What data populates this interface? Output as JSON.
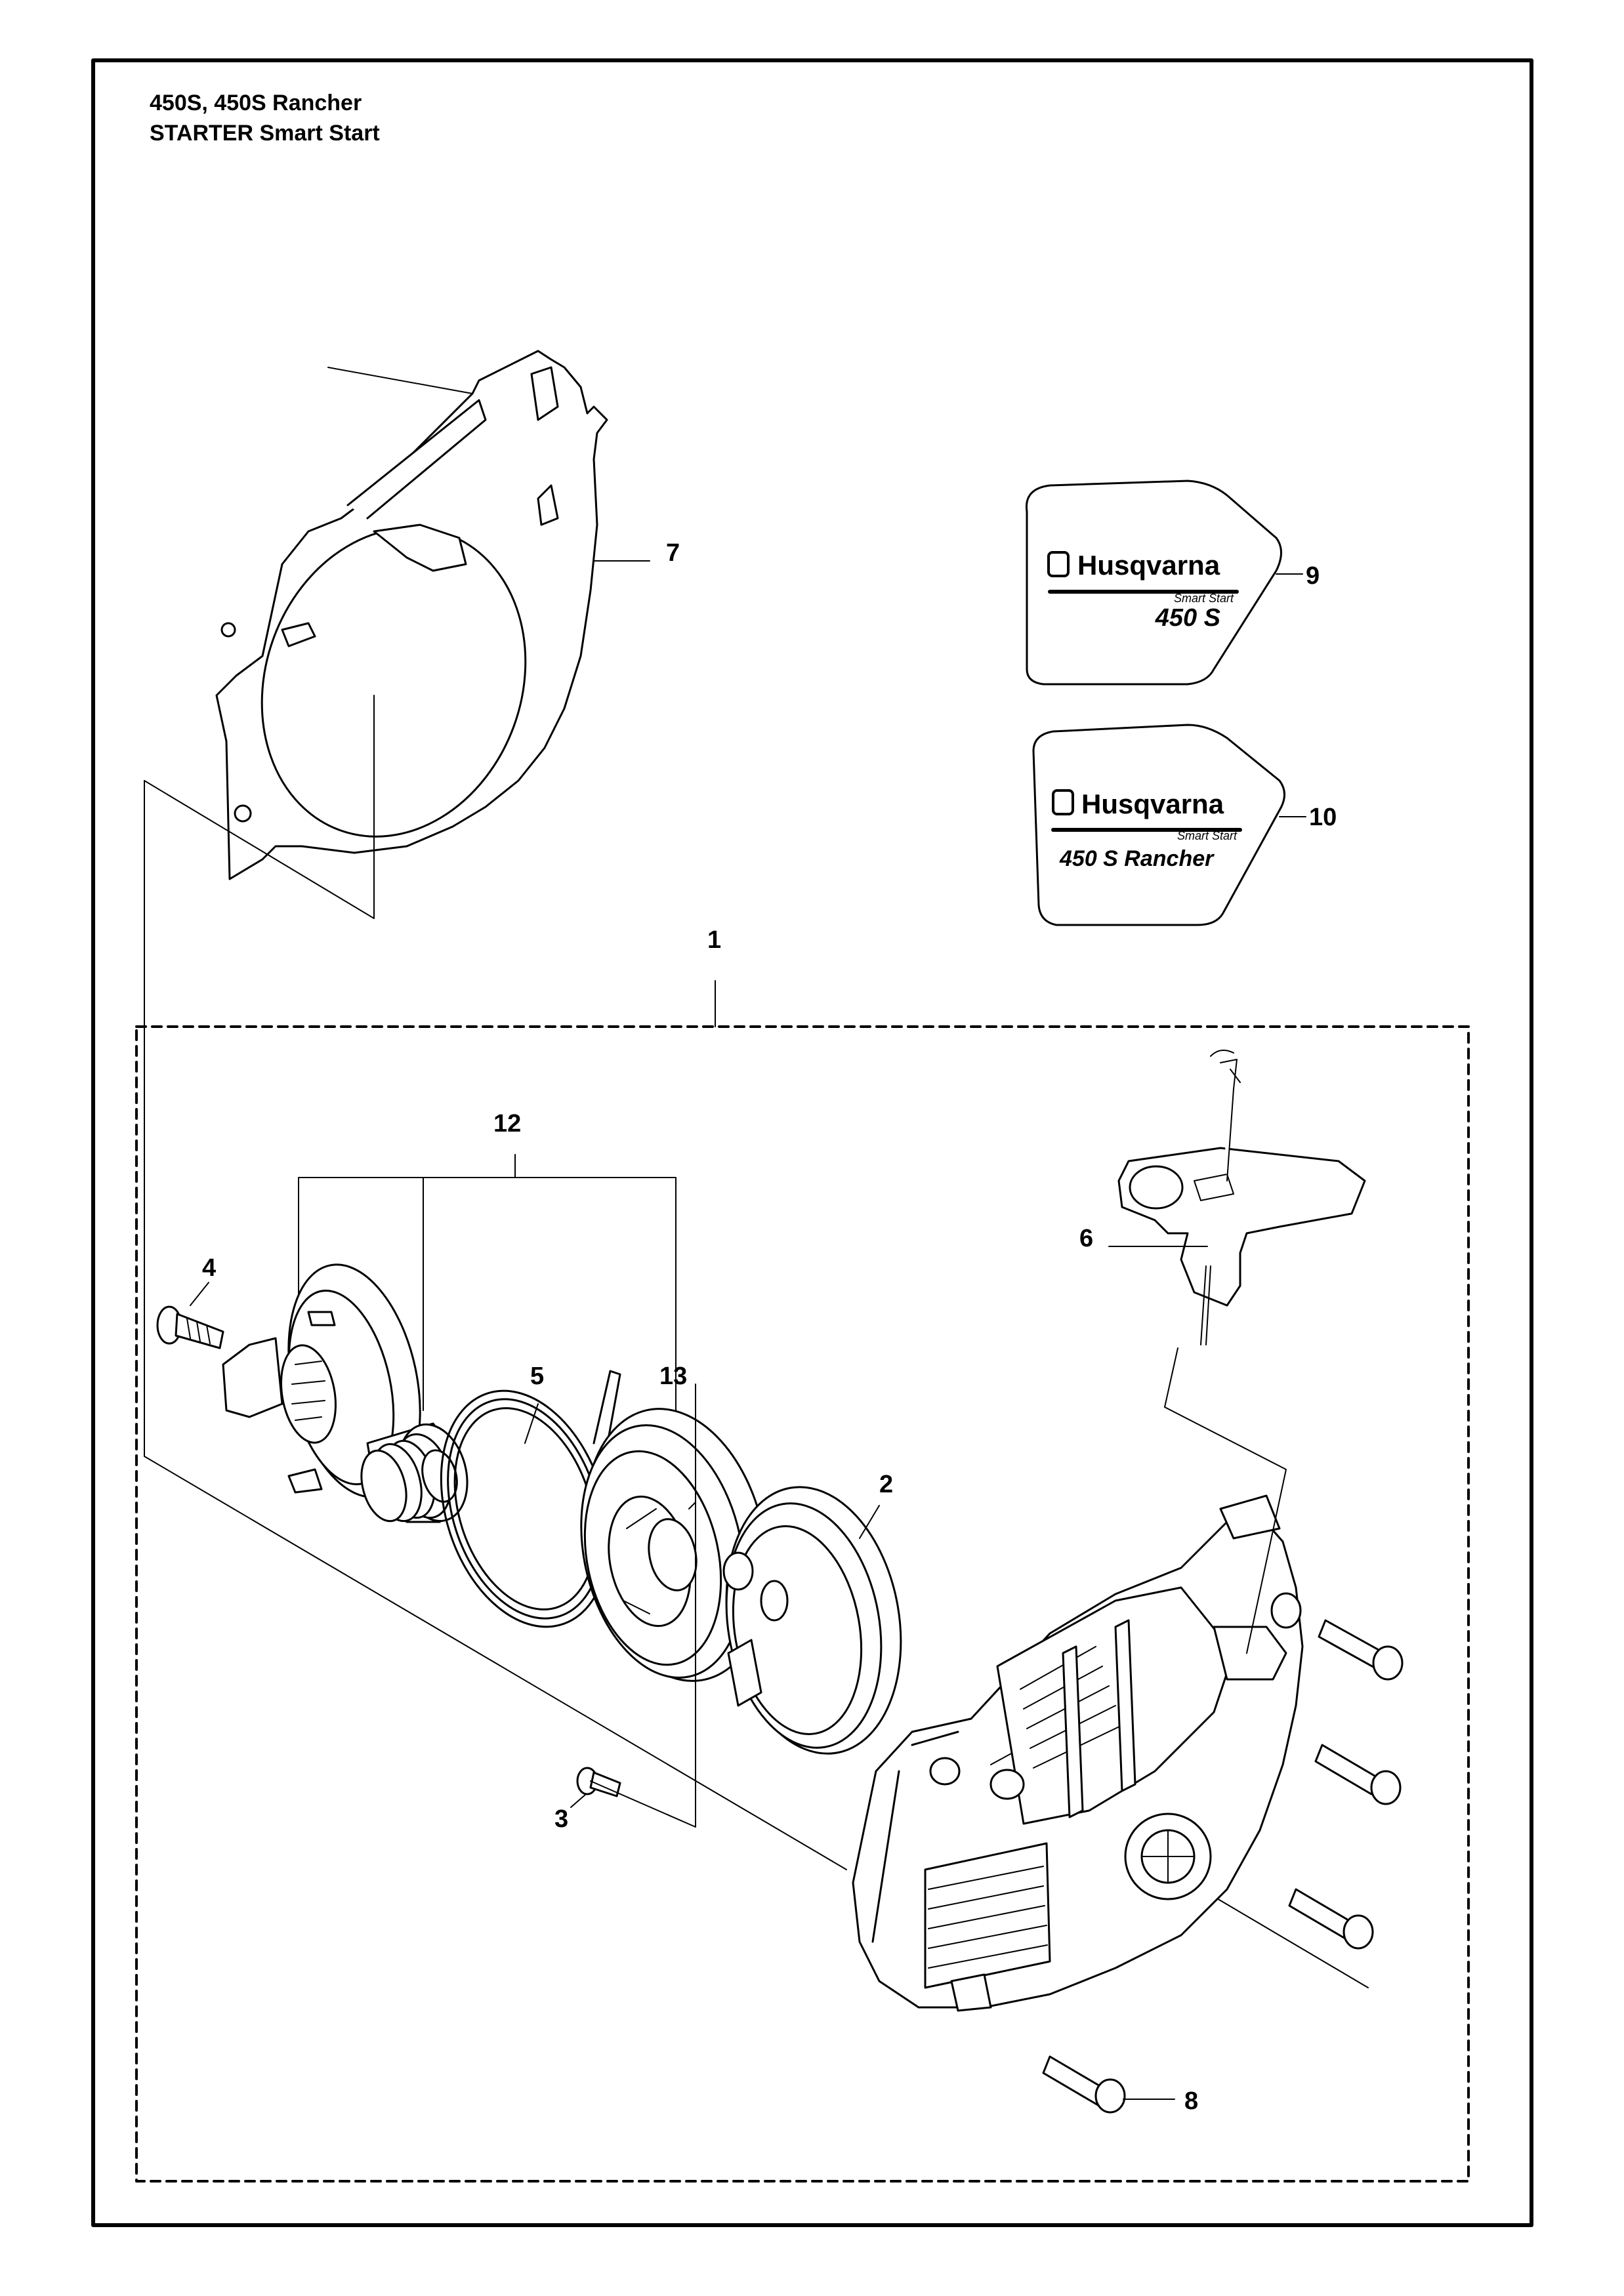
{
  "header": {
    "model_line": "450S, 450S Rancher",
    "assembly_line": "STARTER Smart Start"
  },
  "callouts": [
    "1",
    "2",
    "3",
    "4",
    "5",
    "6",
    "7",
    "8",
    "9",
    "10",
    "12",
    "13"
  ],
  "decals": {
    "decal_9": {
      "brand": "Husqvarna",
      "tagline": "Smart Start",
      "model": "450 S"
    },
    "decal_10": {
      "brand": "Husqvarna",
      "tagline": "Smart Start",
      "model": "450 S Rancher"
    }
  },
  "colors": {
    "line": "#000000",
    "background": "#ffffff",
    "part_fill": "#ffffff"
  }
}
